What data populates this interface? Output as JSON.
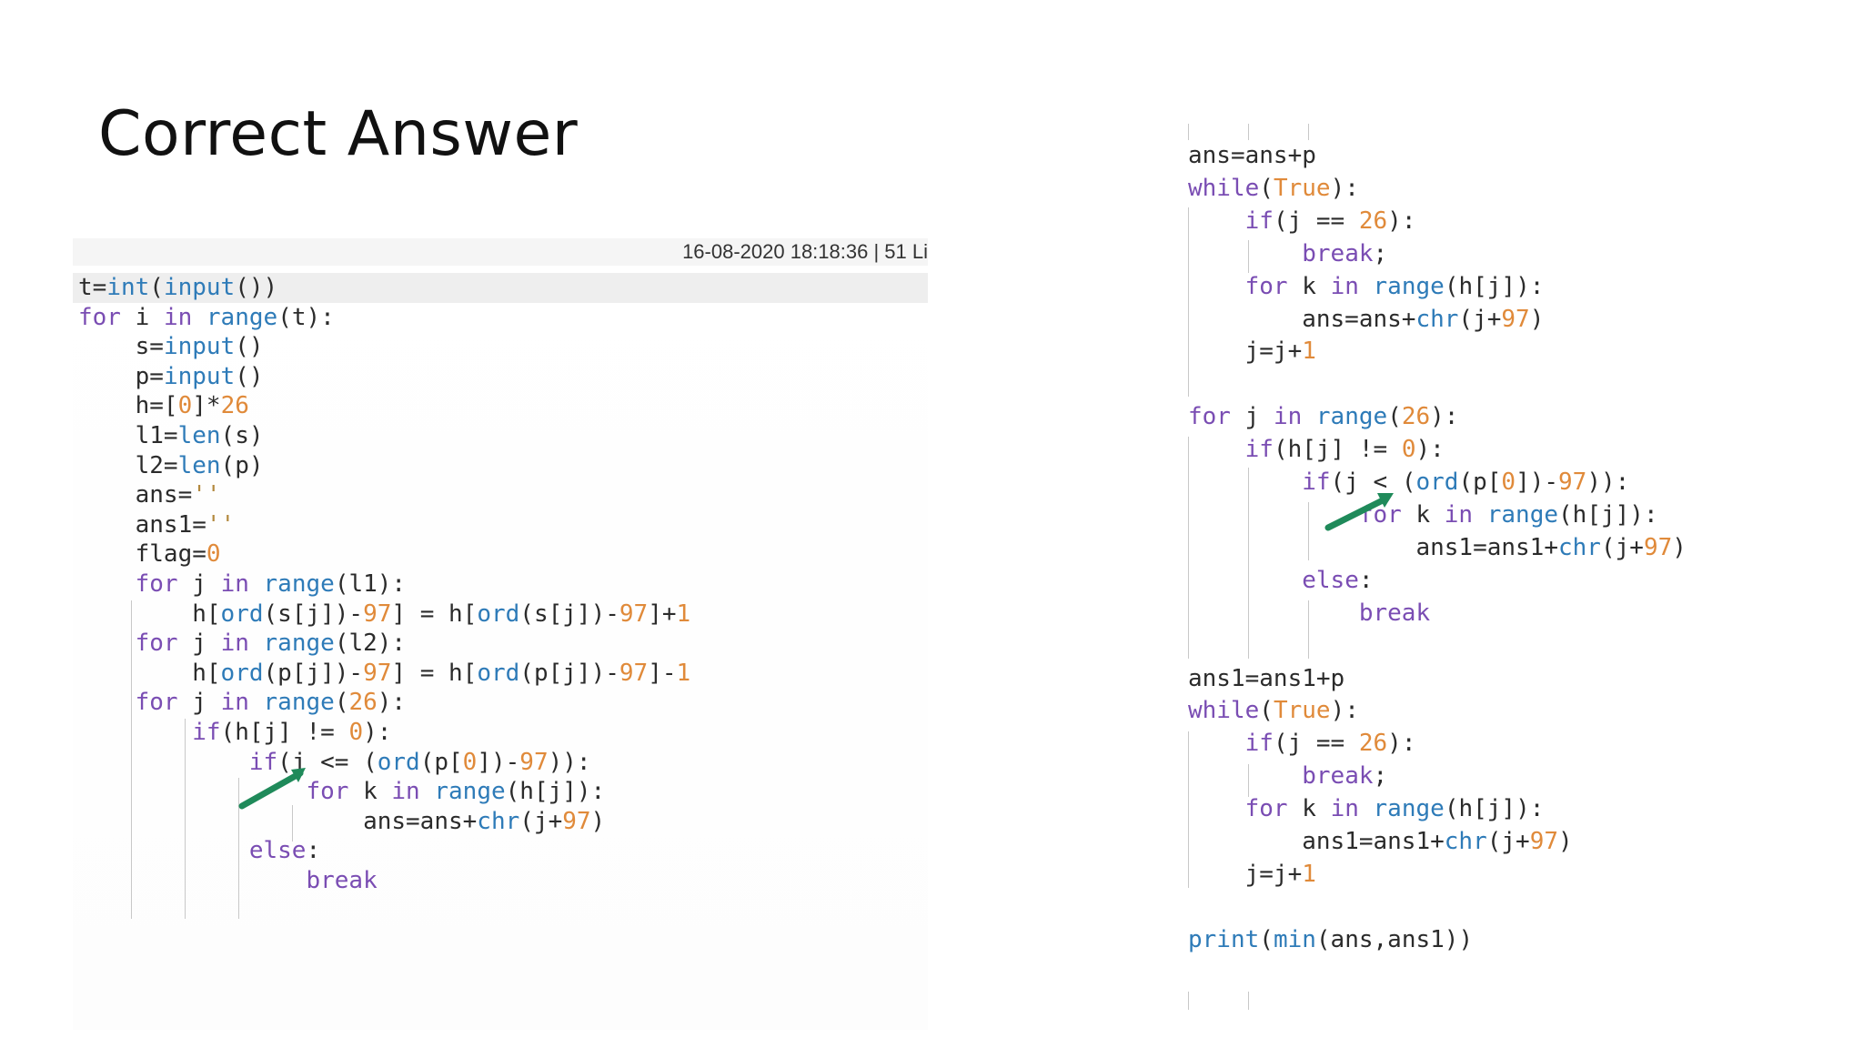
{
  "slide": {
    "title": "Correct Answer"
  },
  "left_panel": {
    "info_bar": "16-08-2020 18:18:36  |  51 Li",
    "code_lines": [
      [
        [
          "t",
          "o"
        ],
        [
          "=",
          "o"
        ],
        [
          "int",
          "f"
        ],
        [
          "(",
          "o"
        ],
        [
          "input",
          "f"
        ],
        [
          "())",
          "o"
        ]
      ],
      [
        [
          "for",
          "k"
        ],
        [
          " i ",
          "o"
        ],
        [
          "in",
          "k"
        ],
        [
          " ",
          "o"
        ],
        [
          "range",
          "f"
        ],
        [
          "(t):",
          "o"
        ]
      ],
      [
        [
          "    s",
          "o"
        ],
        [
          "=",
          "o"
        ],
        [
          "input",
          "f"
        ],
        [
          "()",
          "o"
        ]
      ],
      [
        [
          "    p",
          "o"
        ],
        [
          "=",
          "o"
        ],
        [
          "input",
          "f"
        ],
        [
          "()",
          "o"
        ]
      ],
      [
        [
          "    h",
          "o"
        ],
        [
          "=[",
          "o"
        ],
        [
          "0",
          "n"
        ],
        [
          "]*",
          "o"
        ],
        [
          "26",
          "n"
        ]
      ],
      [
        [
          "    l1",
          "o"
        ],
        [
          "=",
          "o"
        ],
        [
          "len",
          "f"
        ],
        [
          "(s)",
          "o"
        ]
      ],
      [
        [
          "    l2",
          "o"
        ],
        [
          "=",
          "o"
        ],
        [
          "len",
          "f"
        ],
        [
          "(p)",
          "o"
        ]
      ],
      [
        [
          "    ans",
          "o"
        ],
        [
          "=",
          "o"
        ],
        [
          "''",
          "s"
        ]
      ],
      [
        [
          "    ans1",
          "o"
        ],
        [
          "=",
          "o"
        ],
        [
          "''",
          "s"
        ]
      ],
      [
        [
          "    flag",
          "o"
        ],
        [
          "=",
          "o"
        ],
        [
          "0",
          "n"
        ]
      ],
      [
        [
          "    ",
          "o"
        ],
        [
          "for",
          "k"
        ],
        [
          " j ",
          "o"
        ],
        [
          "in",
          "k"
        ],
        [
          " ",
          "o"
        ],
        [
          "range",
          "f"
        ],
        [
          "(l1):",
          "o"
        ]
      ],
      [
        [
          "        h[",
          "o"
        ],
        [
          "ord",
          "f"
        ],
        [
          "(s[j])-",
          "o"
        ],
        [
          "97",
          "n"
        ],
        [
          "] = h[",
          "o"
        ],
        [
          "ord",
          "f"
        ],
        [
          "(s[j])-",
          "o"
        ],
        [
          "97",
          "n"
        ],
        [
          "]+",
          "o"
        ],
        [
          "1",
          "n"
        ]
      ],
      [
        [
          "    ",
          "o"
        ],
        [
          "for",
          "k"
        ],
        [
          " j ",
          "o"
        ],
        [
          "in",
          "k"
        ],
        [
          " ",
          "o"
        ],
        [
          "range",
          "f"
        ],
        [
          "(l2):",
          "o"
        ]
      ],
      [
        [
          "        h[",
          "o"
        ],
        [
          "ord",
          "f"
        ],
        [
          "(p[j])-",
          "o"
        ],
        [
          "97",
          "n"
        ],
        [
          "] = h[",
          "o"
        ],
        [
          "ord",
          "f"
        ],
        [
          "(p[j])-",
          "o"
        ],
        [
          "97",
          "n"
        ],
        [
          "]-",
          "o"
        ],
        [
          "1",
          "n"
        ]
      ],
      [
        [
          "    ",
          "o"
        ],
        [
          "for",
          "k"
        ],
        [
          " j ",
          "o"
        ],
        [
          "in",
          "k"
        ],
        [
          " ",
          "o"
        ],
        [
          "range",
          "f"
        ],
        [
          "(",
          "o"
        ],
        [
          "26",
          "n"
        ],
        [
          "):",
          "o"
        ]
      ],
      [
        [
          "        ",
          "o"
        ],
        [
          "if",
          "k"
        ],
        [
          "(h[j] != ",
          "o"
        ],
        [
          "0",
          "n"
        ],
        [
          "):",
          "o"
        ]
      ],
      [
        [
          "            ",
          "o"
        ],
        [
          "if",
          "k"
        ],
        [
          "(j <= (",
          "o"
        ],
        [
          "ord",
          "f"
        ],
        [
          "(p[",
          "o"
        ],
        [
          "0",
          "n"
        ],
        [
          "])-",
          "o"
        ],
        [
          "97",
          "n"
        ],
        [
          ")):",
          "o"
        ]
      ],
      [
        [
          "                ",
          "o"
        ],
        [
          "for",
          "k"
        ],
        [
          " k ",
          "o"
        ],
        [
          "in",
          "k"
        ],
        [
          " ",
          "o"
        ],
        [
          "range",
          "f"
        ],
        [
          "(h[j]):",
          "o"
        ]
      ],
      [
        [
          "                    ans=ans+",
          "o"
        ],
        [
          "chr",
          "f"
        ],
        [
          "(j+",
          "o"
        ],
        [
          "97",
          "n"
        ],
        [
          ")",
          "o"
        ]
      ],
      [
        [
          "            ",
          "o"
        ],
        [
          "else",
          "k"
        ],
        [
          ":",
          "o"
        ]
      ],
      [
        [
          "                ",
          "o"
        ],
        [
          "break",
          "k"
        ]
      ]
    ]
  },
  "right_panel": {
    "code_lines": [
      [
        [
          "ans=ans+p",
          "o"
        ]
      ],
      [
        [
          "while",
          "k"
        ],
        [
          "(",
          "o"
        ],
        [
          "True",
          "n"
        ],
        [
          "):",
          "o"
        ]
      ],
      [
        [
          "    ",
          "o"
        ],
        [
          "if",
          "k"
        ],
        [
          "(j == ",
          "o"
        ],
        [
          "26",
          "n"
        ],
        [
          "):",
          "o"
        ]
      ],
      [
        [
          "        ",
          "o"
        ],
        [
          "break",
          "k"
        ],
        [
          ";",
          "o"
        ]
      ],
      [
        [
          "    ",
          "o"
        ],
        [
          "for",
          "k"
        ],
        [
          " k ",
          "o"
        ],
        [
          "in",
          "k"
        ],
        [
          " ",
          "o"
        ],
        [
          "range",
          "f"
        ],
        [
          "(h[j]):",
          "o"
        ]
      ],
      [
        [
          "        ans=ans+",
          "o"
        ],
        [
          "chr",
          "f"
        ],
        [
          "(j+",
          "o"
        ],
        [
          "97",
          "n"
        ],
        [
          ")",
          "o"
        ]
      ],
      [
        [
          "    j=j+",
          "o"
        ],
        [
          "1",
          "n"
        ]
      ],
      [
        [
          "",
          "o"
        ]
      ],
      [
        [
          "for",
          "k"
        ],
        [
          " j ",
          "o"
        ],
        [
          "in",
          "k"
        ],
        [
          " ",
          "o"
        ],
        [
          "range",
          "f"
        ],
        [
          "(",
          "o"
        ],
        [
          "26",
          "n"
        ],
        [
          "):",
          "o"
        ]
      ],
      [
        [
          "    ",
          "o"
        ],
        [
          "if",
          "k"
        ],
        [
          "(h[j] != ",
          "o"
        ],
        [
          "0",
          "n"
        ],
        [
          "):",
          "o"
        ]
      ],
      [
        [
          "        ",
          "o"
        ],
        [
          "if",
          "k"
        ],
        [
          "(j < (",
          "o"
        ],
        [
          "ord",
          "f"
        ],
        [
          "(p[",
          "o"
        ],
        [
          "0",
          "n"
        ],
        [
          "])-",
          "o"
        ],
        [
          "97",
          "n"
        ],
        [
          ")):",
          "o"
        ]
      ],
      [
        [
          "            ",
          "o"
        ],
        [
          "for",
          "k"
        ],
        [
          " k ",
          "o"
        ],
        [
          "in",
          "k"
        ],
        [
          " ",
          "o"
        ],
        [
          "range",
          "f"
        ],
        [
          "(h[j]):",
          "o"
        ]
      ],
      [
        [
          "                ans1=ans1+",
          "o"
        ],
        [
          "chr",
          "f"
        ],
        [
          "(j+",
          "o"
        ],
        [
          "97",
          "n"
        ],
        [
          ")",
          "o"
        ]
      ],
      [
        [
          "        ",
          "o"
        ],
        [
          "else",
          "k"
        ],
        [
          ":",
          "o"
        ]
      ],
      [
        [
          "            ",
          "o"
        ],
        [
          "break",
          "k"
        ]
      ],
      [
        [
          "",
          "o"
        ]
      ],
      [
        [
          "ans1=ans1+p",
          "o"
        ]
      ],
      [
        [
          "while",
          "k"
        ],
        [
          "(",
          "o"
        ],
        [
          "True",
          "n"
        ],
        [
          "):",
          "o"
        ]
      ],
      [
        [
          "    ",
          "o"
        ],
        [
          "if",
          "k"
        ],
        [
          "(j == ",
          "o"
        ],
        [
          "26",
          "n"
        ],
        [
          "):",
          "o"
        ]
      ],
      [
        [
          "        ",
          "o"
        ],
        [
          "break",
          "k"
        ],
        [
          ";",
          "o"
        ]
      ],
      [
        [
          "    ",
          "o"
        ],
        [
          "for",
          "k"
        ],
        [
          " k ",
          "o"
        ],
        [
          "in",
          "k"
        ],
        [
          " ",
          "o"
        ],
        [
          "range",
          "f"
        ],
        [
          "(h[j]):",
          "o"
        ]
      ],
      [
        [
          "        ans1=ans1+",
          "o"
        ],
        [
          "chr",
          "f"
        ],
        [
          "(j+",
          "o"
        ],
        [
          "97",
          "n"
        ],
        [
          ")",
          "o"
        ]
      ],
      [
        [
          "    j=j+",
          "o"
        ],
        [
          "1",
          "n"
        ]
      ],
      [
        [
          "",
          "o"
        ]
      ],
      [
        [
          "print",
          "f"
        ],
        [
          "(",
          "o"
        ],
        [
          "min",
          "f"
        ],
        [
          "(ans,ans1))",
          "o"
        ]
      ]
    ]
  },
  "colors": {
    "keyword": "#7a4db3",
    "function": "#2e7bb8",
    "number": "#e08a3a",
    "string": "#b3893e",
    "arrow": "#1f8a5a"
  },
  "icons": [
    "arrow-pointer-icon"
  ]
}
